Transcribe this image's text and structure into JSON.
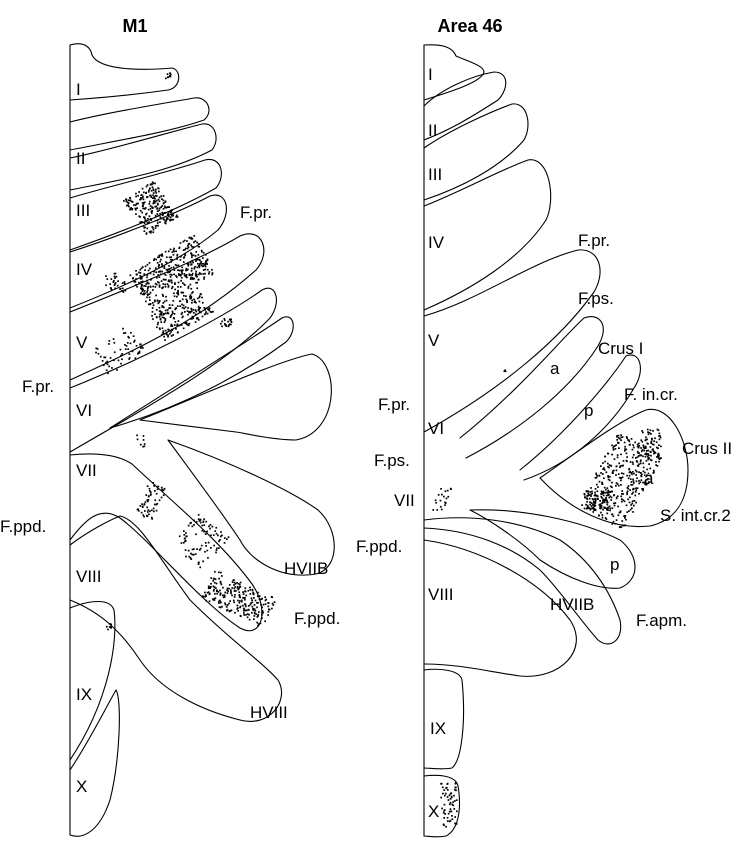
{
  "panels": [
    {
      "title": "M1",
      "lobules": [
        "I",
        "II",
        "III",
        "IV",
        "V",
        "VI",
        "VII",
        "VIII",
        "IX",
        "X"
      ],
      "hemisphere_labels": [
        "HVIIB",
        "HVIII"
      ],
      "fissure_labels": [
        "F.pr.",
        "F.pr.",
        "F.ppd.",
        "F.ppd."
      ]
    },
    {
      "title": "Area 46",
      "lobules": [
        "I",
        "II",
        "III",
        "IV",
        "V",
        "VI",
        "VII",
        "VIII",
        "IX",
        "X"
      ],
      "sublobule_labels": [
        "a",
        "p",
        "a",
        "p"
      ],
      "region_labels": [
        "Crus I",
        "Crus II",
        "HVIIB"
      ],
      "fissure_labels": [
        "F.pr.",
        "F.ps.",
        "F. in.cr.",
        "F.pr.",
        "F.ps.",
        "S. int.cr.2",
        "F.ppd.",
        "F.apm."
      ]
    }
  ],
  "labeled_neurons": {
    "color": "#000000",
    "panels": [
      {
        "title": "M1",
        "clusters": [
          "I",
          "III",
          "IV",
          "V",
          "VI",
          "HVIIB",
          "HVIII",
          "IX"
        ]
      },
      {
        "title": "Area 46",
        "clusters": [
          "VI",
          "VII",
          "Crus II",
          "X"
        ]
      }
    ]
  }
}
